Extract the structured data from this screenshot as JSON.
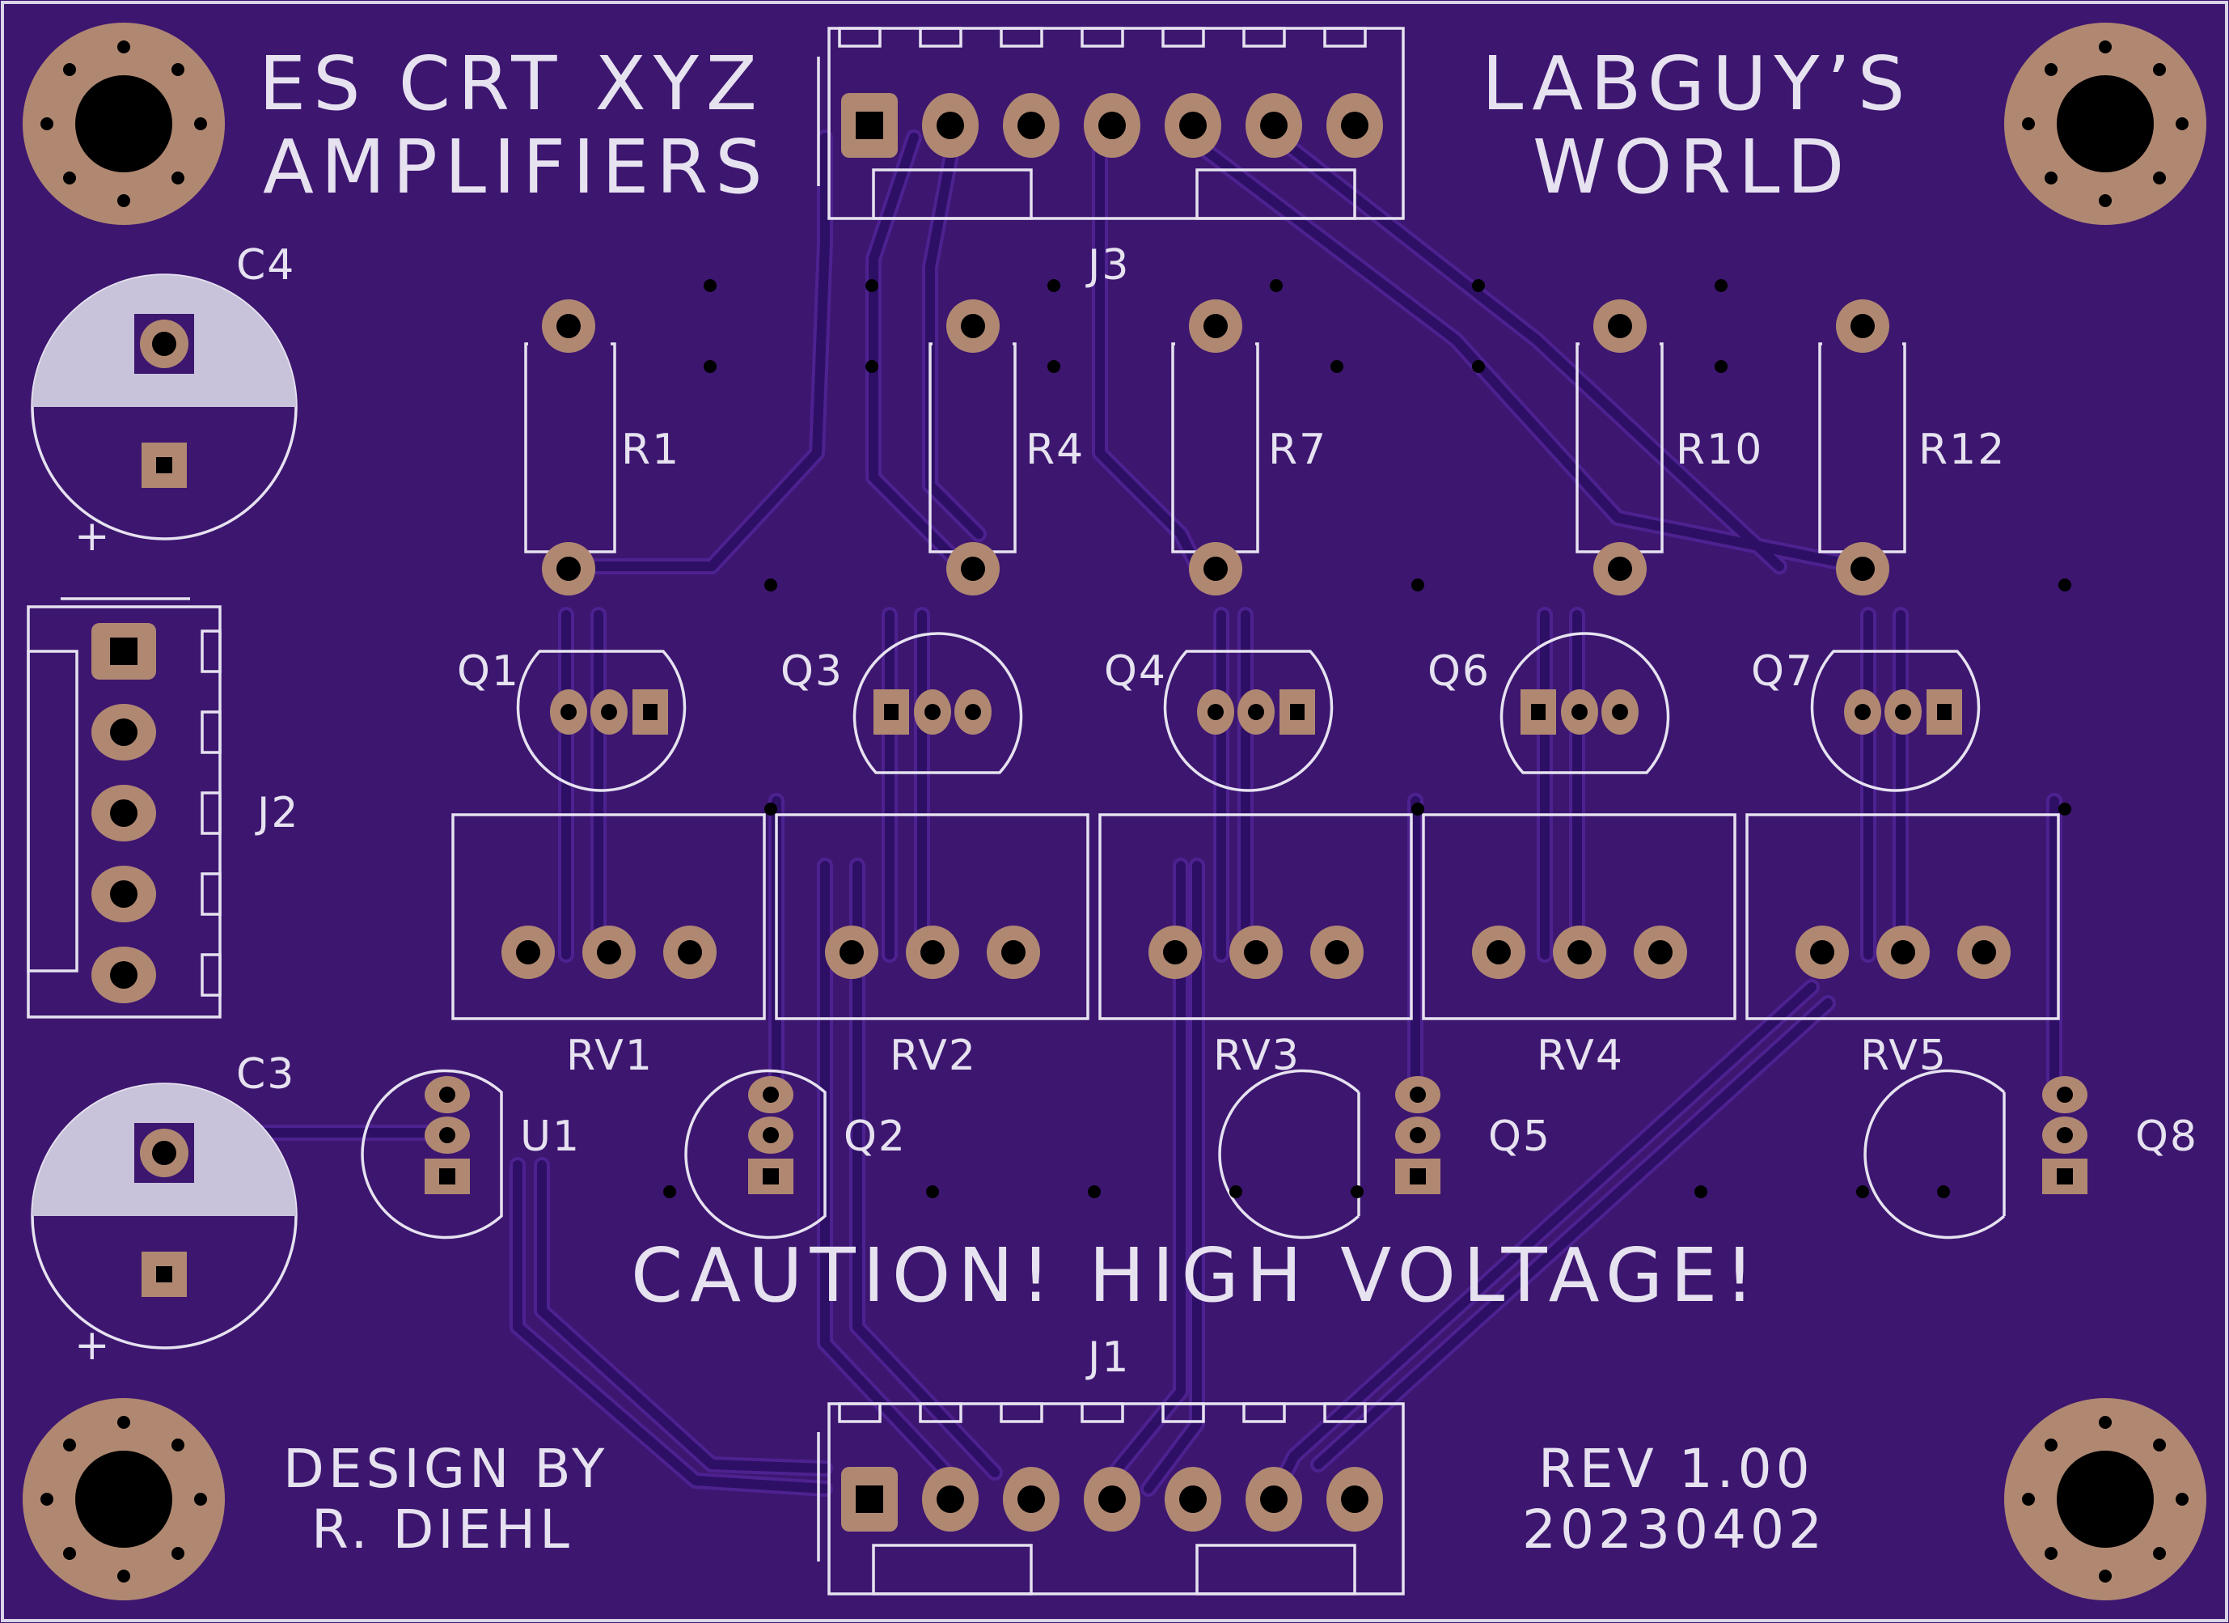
{
  "board": {
    "title_lines": [
      "ES CRT XYZ",
      "AMPLIFIERS"
    ],
    "brand_lines": [
      "LABGUY’S",
      "WORLD"
    ],
    "warning": "CAUTION! HIGH VOLTAGE!",
    "designer_lines": [
      "DESIGN BY",
      "R. DIEHL"
    ],
    "revision_lines": [
      "REV 1.00",
      "20230402"
    ],
    "colors": {
      "substrate": "#3d1670",
      "silkscreen": "#e6e2f0",
      "copper_pad": "#b08872",
      "trace": "#2e0f66"
    }
  },
  "components": {
    "connectors": [
      {
        "ref": "J1",
        "pins": 7
      },
      {
        "ref": "J2",
        "pins": 5
      },
      {
        "ref": "J3",
        "pins": 7
      }
    ],
    "capacitors": [
      {
        "ref": "C3",
        "polarity_mark": "+"
      },
      {
        "ref": "C4",
        "polarity_mark": "+"
      }
    ],
    "resistors": [
      "R1",
      "R4",
      "R7",
      "R10",
      "R12"
    ],
    "transistors_top": [
      "Q1",
      "Q3",
      "Q4",
      "Q6",
      "Q7"
    ],
    "trimpots": [
      "RV1",
      "RV2",
      "RV3",
      "RV4",
      "RV5"
    ],
    "bottom_parts": [
      "U1",
      "Q2",
      "Q5",
      "Q8"
    ]
  }
}
